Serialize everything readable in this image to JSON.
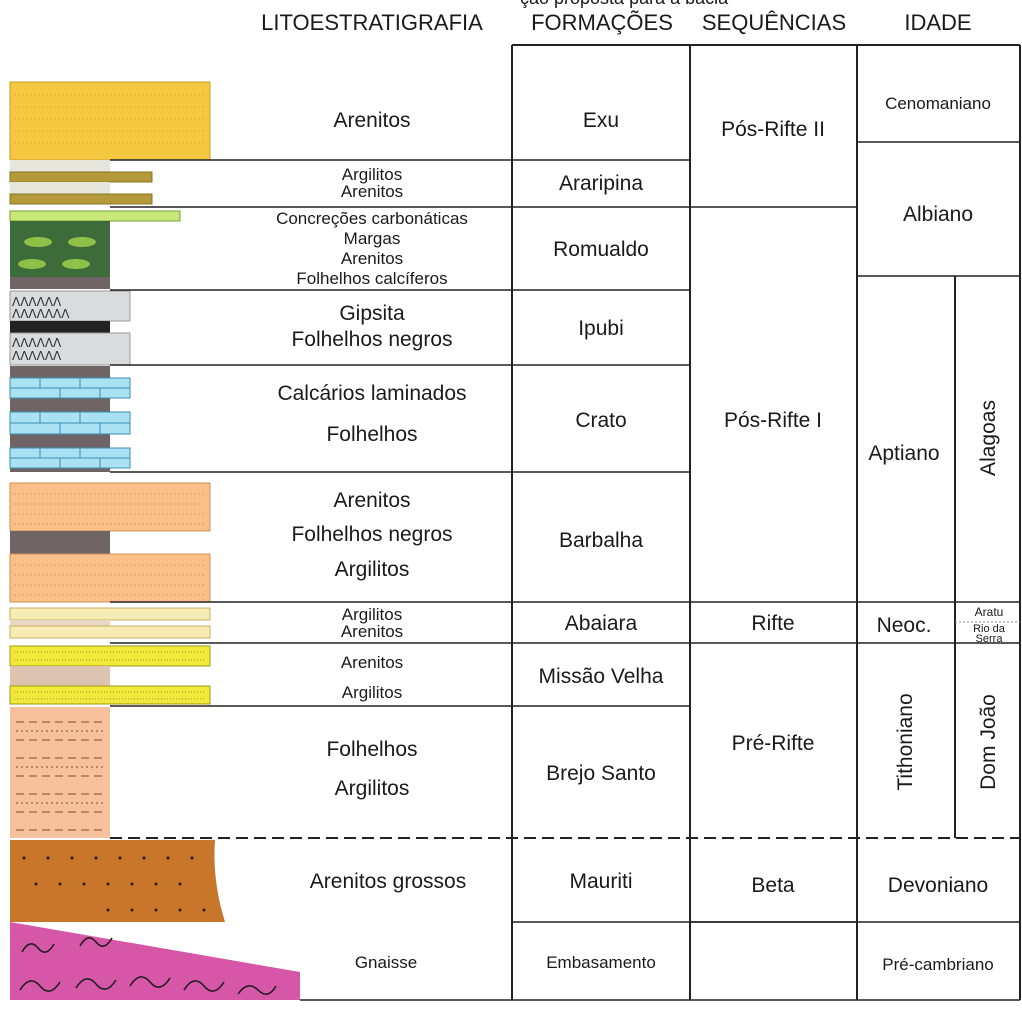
{
  "caption_fragment": "ção proposta para a bacia",
  "headers": {
    "litho": "LITOESTRATIGRAFIA",
    "formations": "FORMAÇÕES",
    "sequences": "SEQUÊNCIAS",
    "age": "IDADE"
  },
  "units": [
    {
      "lithology": [
        "Arenitos"
      ],
      "formation": "Exu"
    },
    {
      "lithology": [
        "Argilitos",
        "Arenitos"
      ],
      "formation": "Araripina"
    },
    {
      "lithology": [
        "Concreções carbonáticas",
        "Margas",
        "Arenitos",
        "Folhelhos calcíferos"
      ],
      "formation": "Romualdo"
    },
    {
      "lithology": [
        "Gipsita",
        "Folhelhos negros"
      ],
      "formation": "Ipubi"
    },
    {
      "lithology": [
        "Calcários laminados",
        "Folhelhos"
      ],
      "formation": "Crato"
    },
    {
      "lithology": [
        "Arenitos",
        "Folhelhos negros",
        "Argilitos"
      ],
      "formation": "Barbalha"
    },
    {
      "lithology": [
        "Argilitos",
        "Arenitos"
      ],
      "formation": "Abaiara"
    },
    {
      "lithology": [
        "Arenitos",
        "Argilitos"
      ],
      "formation": "Missão Velha"
    },
    {
      "lithology": [
        "Folhelhos",
        "Argilitos"
      ],
      "formation": "Brejo Santo"
    },
    {
      "lithology": [
        "Arenitos grossos"
      ],
      "formation": "Mauriti"
    },
    {
      "lithology": [
        "Gnaisse"
      ],
      "formation": "Embasamento"
    }
  ],
  "sequences": [
    "Pós-Rifte II",
    "Pós-Rifte I",
    "Rifte",
    "Pré-Rifte",
    "Beta"
  ],
  "ages": [
    "Cenomaniano",
    "Albiano",
    "Aptiano",
    "Neoc.",
    "Tithoniano",
    "Devoniano",
    "Pré-cambriano"
  ],
  "local_stages": [
    "Alagoas",
    "Aratu",
    "Rio da",
    "Serra",
    "Dom João"
  ],
  "colors": {
    "sandstone_yellow": "#f5c842",
    "sandstone_orange": "#f9c089",
    "shale_dark": "#6e6466",
    "mudstone_olive": "#b59a3c",
    "limestone_blue": "#a9e2f3",
    "marl_green": "#3d6b3a",
    "concretion_green": "#c8e87a",
    "gypsum_grey": "#d8dcdc",
    "shale_pink": "#f7c19d",
    "conglomerate_brown": "#c8762a",
    "gneiss_magenta": "#d657a8"
  }
}
